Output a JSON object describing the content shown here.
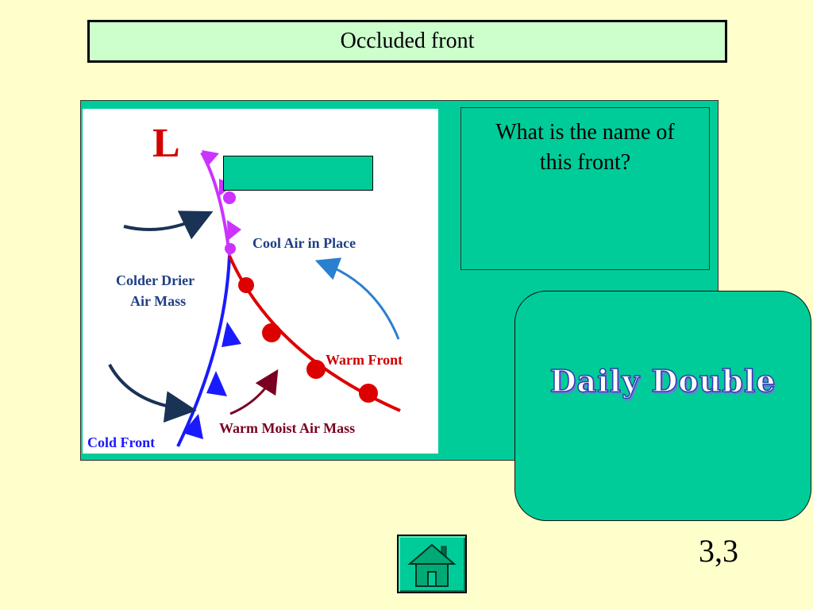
{
  "title": "Occluded front",
  "question": {
    "lines": [
      "What is the name of",
      "this front?"
    ]
  },
  "diagram": {
    "low_marker": "L",
    "labels": {
      "cool_air": "Cool Air in Place",
      "colder_air_line1": "Colder Drier",
      "colder_air_line2": "Air Mass",
      "warm_front": "Warm Front",
      "warm_moist": "Warm Moist Air Mass",
      "cold_front": "Cold Front"
    },
    "colors": {
      "low": "#d40000",
      "occluded": "#cc33ff",
      "cold_front": "#1a1aff",
      "warm_front": "#dd0000",
      "cool_arrow": "#2a7fd0",
      "dark_arrow": "#1a3355",
      "warm_arrow": "#7a0022",
      "label_blue": "#1f3f86",
      "label_red": "#cc0000"
    }
  },
  "daily_double": "Daily Double",
  "score": "3,3",
  "home_icon": "home-icon",
  "theme": {
    "background": "#ffffcc",
    "panel": "#00cc99",
    "title_bg": "#ccffcc"
  }
}
